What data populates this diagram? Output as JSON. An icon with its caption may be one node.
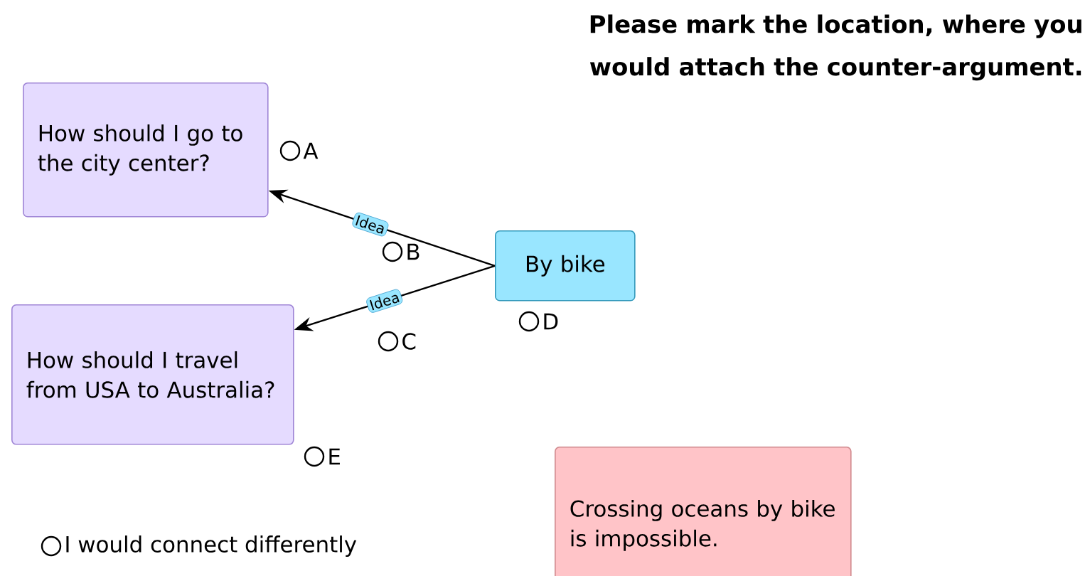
{
  "diagram": {
    "title": "Please mark the location, where you would attach the counter-argument.",
    "nodes": [
      {
        "text": [
          "How should I go to the city center?"
        ]
      },
      {
        "text": [
          "How should I travel from USA to Australia?"
        ]
      },
      {
        "text": [
          "By bike"
        ]
      },
      {
        "text": [
          "Crossing oceans by bike is impossible."
        ]
      }
    ],
    "edges": [
      {
        "from": 2,
        "to": 0,
        "arrow": "to",
        "label": "Idea"
      },
      {
        "from": 2,
        "to": 1,
        "arrow": "to",
        "label": "Idea"
      }
    ],
    "labels": [
      "A",
      "B",
      "C",
      "D",
      "E",
      "I would connect differently"
    ]
  }
}
